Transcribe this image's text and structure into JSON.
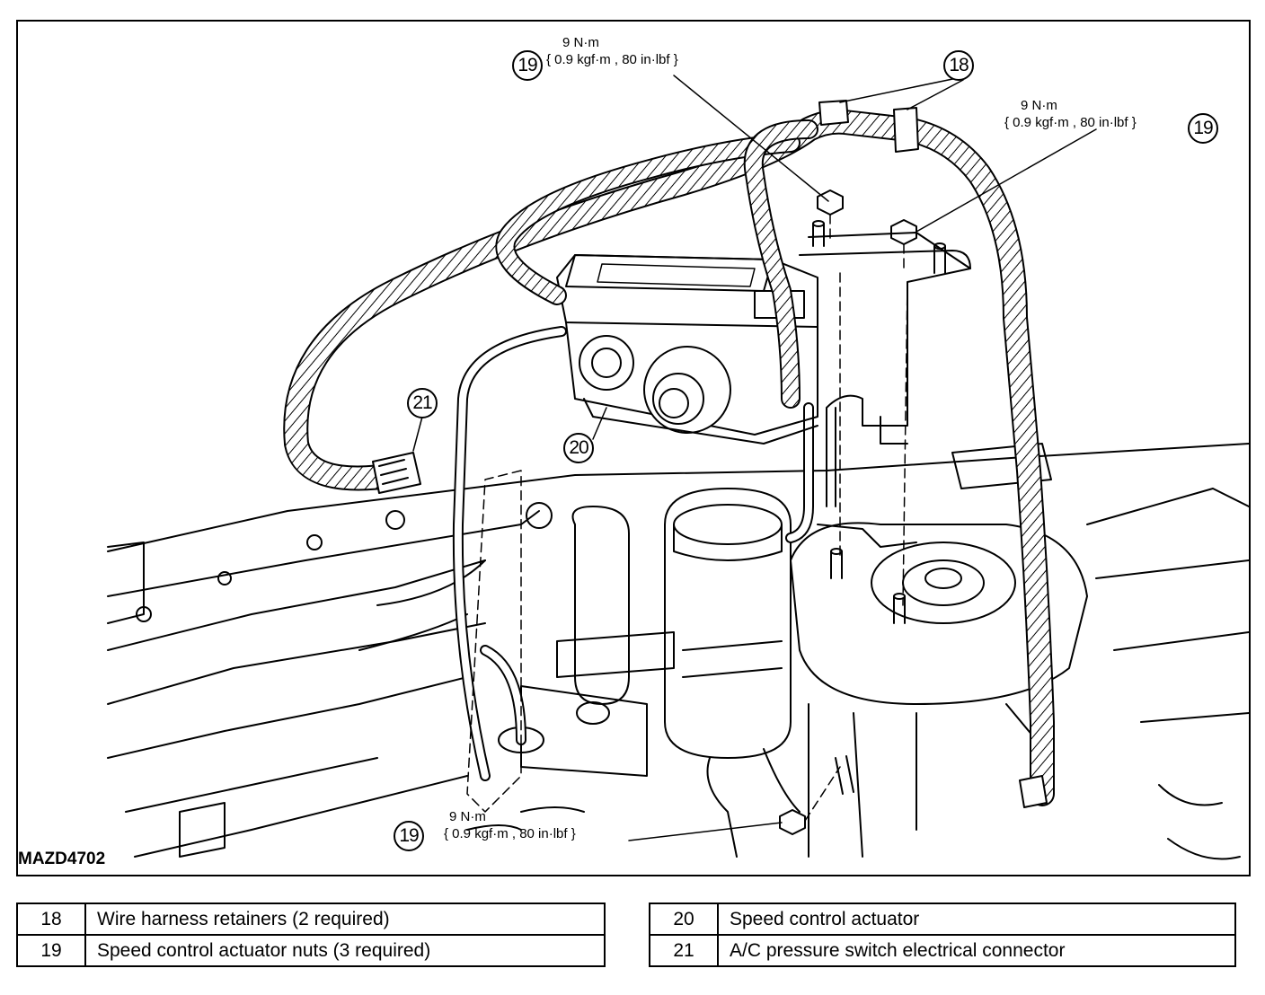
{
  "figure": {
    "id": "MAZD4702"
  },
  "callouts": {
    "c18": "18",
    "c19_top": "19",
    "c19_right": "19",
    "c19_bottom": "19",
    "c20": "20",
    "c21": "21"
  },
  "torque_specs": {
    "top": {
      "line1": "9 N·m",
      "line2": "{ 0.9 kgf·m , 80 in·lbf }"
    },
    "right": {
      "line1": "9 N·m",
      "line2": "{ 0.9 kgf·m , 80 in·lbf }"
    },
    "bottom": {
      "line1": "9 N·m",
      "line2": "{ 0.9 kgf·m , 80 in·lbf }"
    }
  },
  "legend": {
    "left": [
      {
        "num": "18",
        "desc": "Wire harness retainers (2 required)"
      },
      {
        "num": "19",
        "desc": "Speed control actuator nuts (3 required)"
      }
    ],
    "right": [
      {
        "num": "20",
        "desc": "Speed control actuator"
      },
      {
        "num": "21",
        "desc": "A/C pressure switch electrical connector"
      }
    ]
  }
}
